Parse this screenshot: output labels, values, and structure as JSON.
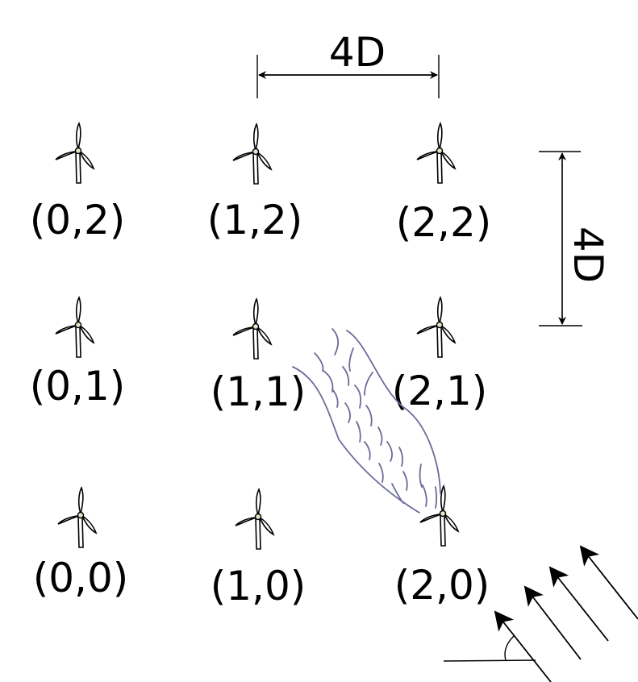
{
  "turbines": [
    {
      "id": "t-0-2",
      "label": "(0,2)"
    },
    {
      "id": "t-1-2",
      "label": "(1,2)"
    },
    {
      "id": "t-2-2",
      "label": "(2,2)"
    },
    {
      "id": "t-0-1",
      "label": "(0,1)"
    },
    {
      "id": "t-1-1",
      "label": "(1,1)"
    },
    {
      "id": "t-2-1",
      "label": "(2,1)"
    },
    {
      "id": "t-0-0",
      "label": "(0,0)"
    },
    {
      "id": "t-1-0",
      "label": "(1,0)"
    },
    {
      "id": "t-2-0",
      "label": "(2,0)"
    }
  ],
  "spacing": {
    "horizontal_label": "4D",
    "vertical_label": "4D"
  },
  "colors": {
    "ink": "#000000",
    "wake": "#6b6b9a"
  }
}
